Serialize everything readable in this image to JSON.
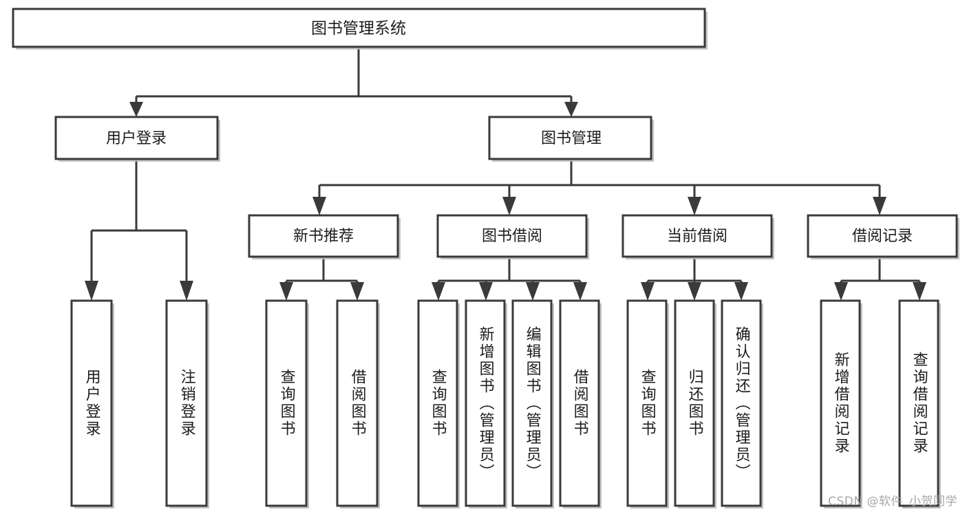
{
  "diagram": {
    "title": "图书管理系统",
    "type": "tree",
    "watermark": "CSDN @软件_小贺同学",
    "colors": {
      "stroke": "#3a3a3a",
      "box_fill": "#ffffff",
      "text": "#1c1c1c",
      "shadow": "#b9b9b9",
      "watermark": "#a6a6a6",
      "background": "#ffffff"
    },
    "levels": {
      "root": {
        "label": "图书管理系统"
      },
      "level2": [
        {
          "id": "user-login",
          "label": "用户登录"
        },
        {
          "id": "book-manage",
          "label": "图书管理"
        }
      ],
      "level3": [
        {
          "id": "new-book-recommend",
          "label": "新书推荐"
        },
        {
          "id": "book-borrow",
          "label": "图书借阅"
        },
        {
          "id": "current-borrow",
          "label": "当前借阅"
        },
        {
          "id": "borrow-record",
          "label": "借阅记录"
        }
      ],
      "leaves": {
        "user-login": [
          {
            "id": "leaf-user-login",
            "label": "用户登录"
          },
          {
            "id": "leaf-logout",
            "label": "注销登录"
          }
        ],
        "new-book-recommend": [
          {
            "id": "leaf-query-book-1",
            "label": "查询图书"
          },
          {
            "id": "leaf-borrow-book-1",
            "label": "借阅图书"
          }
        ],
        "book-borrow": [
          {
            "id": "leaf-query-book-2",
            "label": "查询图书"
          },
          {
            "id": "leaf-add-book",
            "label": "新增图书（管理员）"
          },
          {
            "id": "leaf-edit-book",
            "label": "编辑图书（管理员）"
          },
          {
            "id": "leaf-borrow-book-2",
            "label": "借阅图书"
          }
        ],
        "current-borrow": [
          {
            "id": "leaf-query-book-3",
            "label": "查询图书"
          },
          {
            "id": "leaf-return-book",
            "label": "归还图书"
          },
          {
            "id": "leaf-confirm-return",
            "label": "确认归还（管理员）"
          }
        ],
        "borrow-record": [
          {
            "id": "leaf-add-record",
            "label": "新增借阅记录"
          },
          {
            "id": "leaf-query-record",
            "label": "查询借阅记录"
          }
        ]
      }
    },
    "edges": [
      {
        "from": "root",
        "to": "user-login"
      },
      {
        "from": "root",
        "to": "book-manage"
      },
      {
        "from": "user-login",
        "to": "leaf-user-login"
      },
      {
        "from": "user-login",
        "to": "leaf-logout"
      },
      {
        "from": "book-manage",
        "to": "new-book-recommend"
      },
      {
        "from": "book-manage",
        "to": "book-borrow"
      },
      {
        "from": "book-manage",
        "to": "current-borrow"
      },
      {
        "from": "book-manage",
        "to": "borrow-record"
      },
      {
        "from": "new-book-recommend",
        "to": "leaf-query-book-1"
      },
      {
        "from": "new-book-recommend",
        "to": "leaf-borrow-book-1"
      },
      {
        "from": "book-borrow",
        "to": "leaf-query-book-2"
      },
      {
        "from": "book-borrow",
        "to": "leaf-add-book"
      },
      {
        "from": "book-borrow",
        "to": "leaf-edit-book"
      },
      {
        "from": "book-borrow",
        "to": "leaf-borrow-book-2"
      },
      {
        "from": "current-borrow",
        "to": "leaf-query-book-3"
      },
      {
        "from": "current-borrow",
        "to": "leaf-return-book"
      },
      {
        "from": "current-borrow",
        "to": "leaf-confirm-return"
      },
      {
        "from": "borrow-record",
        "to": "leaf-add-record"
      },
      {
        "from": "borrow-record",
        "to": "leaf-query-record"
      }
    ]
  }
}
